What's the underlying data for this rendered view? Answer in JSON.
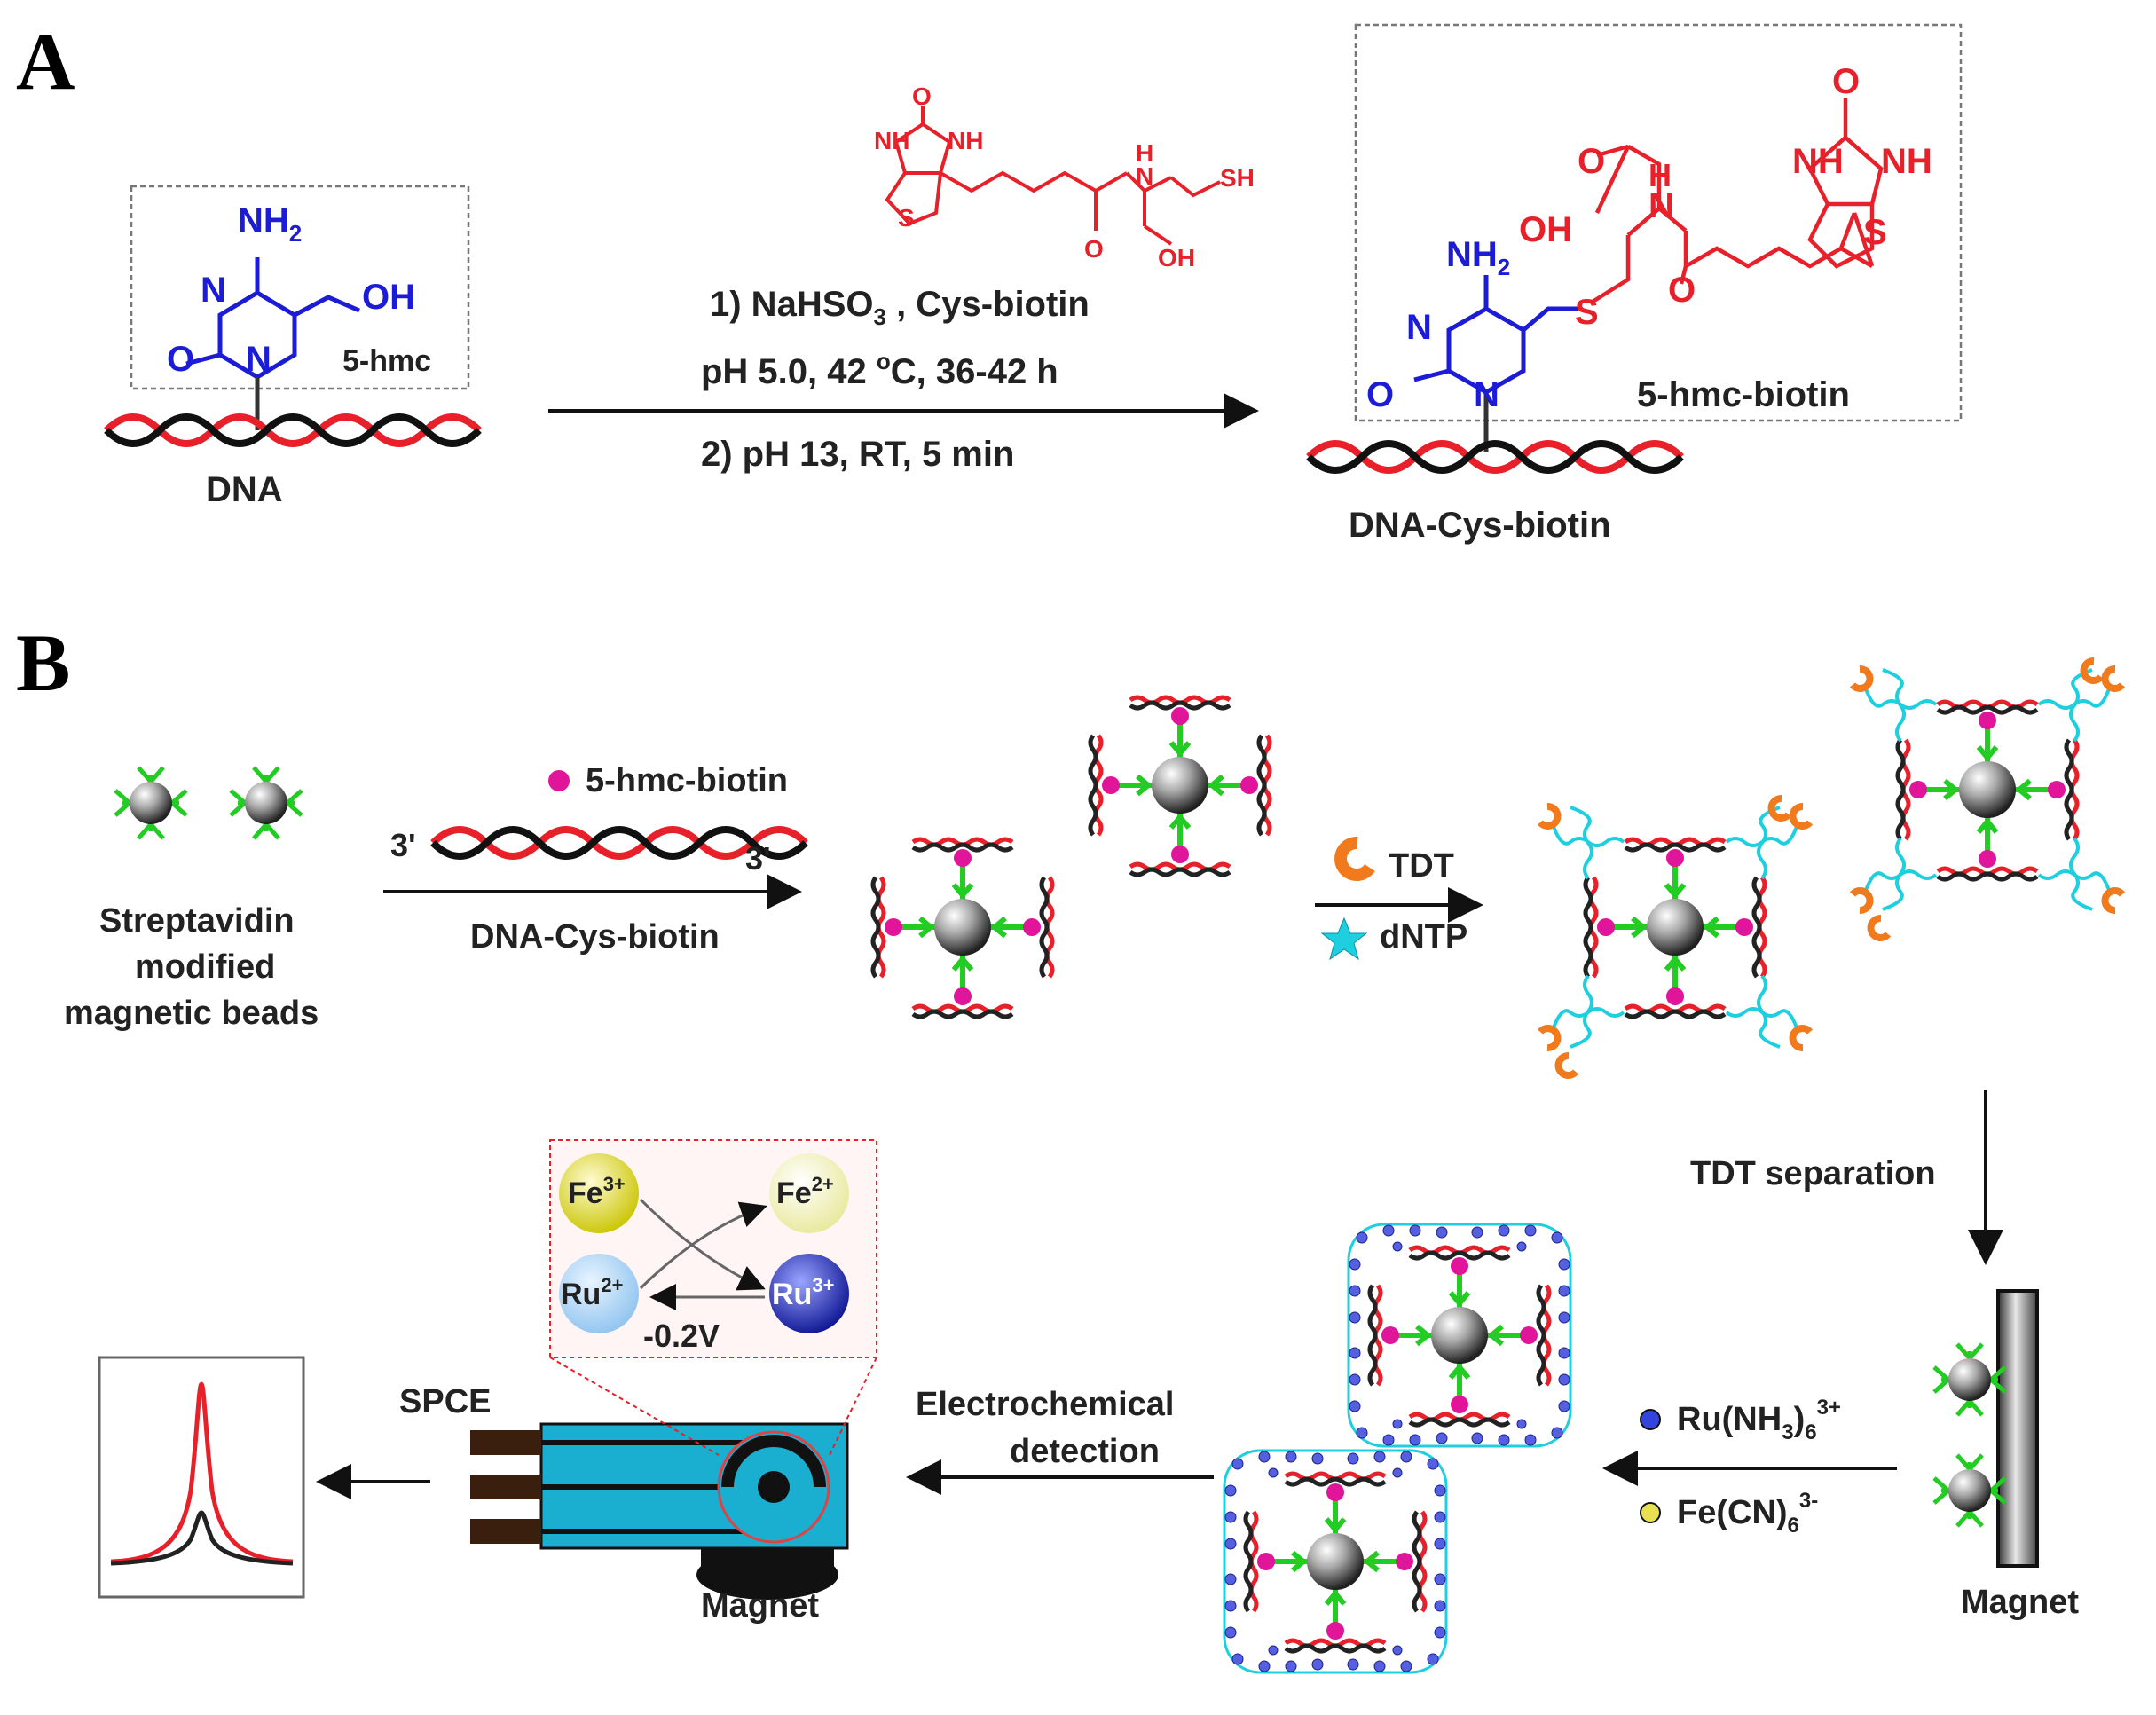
{
  "panel_a": {
    "letter": "A",
    "reagent": {
      "nh1": "NH",
      "nh2": "NH",
      "o": "O",
      "s": "S",
      "n_h": "H",
      "n": "N",
      "sh": "SH",
      "o2": "O",
      "oh": "OH"
    },
    "dna": {
      "nh2": "NH",
      "nh2_sub": "2",
      "n": "N",
      "n1": "N",
      "o": "O",
      "oh": "OH",
      "box_label": "5-hmc",
      "caption": "DNA"
    },
    "conditions": {
      "line1_pre": "1) NaHSO",
      "line1_sub": "3",
      "line1_post": " , Cys-biotin",
      "line2_pre": "pH 5.0, 42 ",
      "line2_sup": "o",
      "line2_post": "C, 36-42 h",
      "line3": "2) pH 13, RT, 5 min"
    },
    "product": {
      "nh2": "NH",
      "nh2_sub": "2",
      "n": "N",
      "n1": "N",
      "o": "O",
      "s": "S",
      "s2": "S",
      "oh": "OH",
      "o_acid": "O",
      "h": "H",
      "n_amide": "N",
      "o_amide": "O",
      "nh_a": "NH",
      "nh_b": "NH",
      "o_top": "O",
      "box_label": "5-hmc-biotin",
      "caption": "DNA-Cys-biotin"
    }
  },
  "panel_b": {
    "letter": "B",
    "beads_caption": [
      "Streptavidin",
      "modified",
      "magnetic beads"
    ],
    "step1": {
      "label_top": "5-hmc-biotin",
      "label_bottom": "DNA-Cys-biotin",
      "end_left": "3'",
      "end_right": "3'"
    },
    "step2": {
      "tdt": "TDT",
      "dntp": "dNTP"
    },
    "step3": {
      "label": "TDT separation"
    },
    "magnet_right": "Magnet",
    "step4": {
      "ru_pre": "Ru(NH",
      "ru_sub1": "3",
      "ru_mid": ")",
      "ru_sub2": "6",
      "ru_sup": "3+",
      "fe_pre": "Fe(CN)",
      "fe_sub": "6",
      "fe_sup": "3-"
    },
    "step5": {
      "line1": "Electrochemical",
      "line2": "detection"
    },
    "spce_label": "SPCE",
    "magnet_bottom": "Magnet",
    "cycle": {
      "fe3": "Fe",
      "fe3_sup": "3+",
      "fe2": "Fe",
      "fe2_sup": "2+",
      "ru2": "Ru",
      "ru2_sup": "2+",
      "ru3": "Ru",
      "ru3_sup": "3+",
      "potential": "-0.2V"
    }
  },
  "colors": {
    "blue_structure": "#1c1cd6",
    "red_structure": "#e8202a",
    "bead_linker": "#22cc22",
    "biotin": "#e0159a",
    "tdt": "#f07a1c",
    "dntp": "#1ecfe0",
    "tail": "#1ecfe0",
    "spce_body": "#1aaed0"
  },
  "icons": [
    "magnetic-bead-icon",
    "streptavidin-icon",
    "biotin-icon",
    "tdt-icon",
    "dntp-star-icon",
    "magnet-icon",
    "electrode-icon",
    "peak-plot-icon"
  ]
}
